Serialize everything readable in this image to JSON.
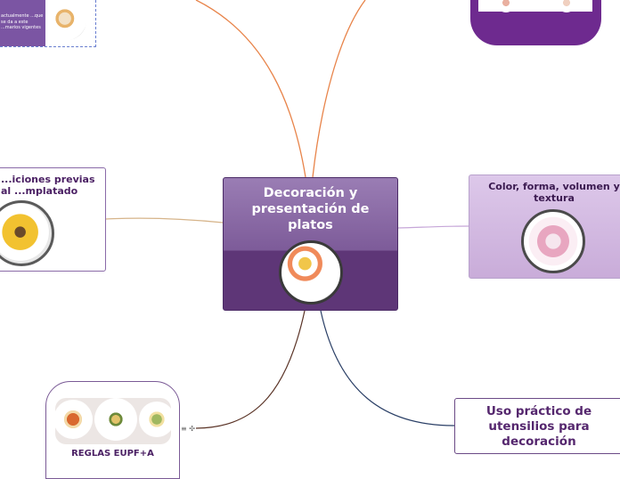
{
  "central": {
    "title": "Decoración y presentación de platos"
  },
  "nodes": {
    "top_left": {
      "text": "actualmente ...que se da a este ...marios vigentes"
    },
    "left": {
      "title": "...iciones previas al ...mplatado"
    },
    "right": {
      "title": "Color, forma, volumen y textura"
    },
    "bottom_right": {
      "title": "Uso práctico de utensilios para decoración"
    },
    "bottom_left": {
      "title": "REGLAS EUPF+A"
    }
  },
  "colors": {
    "accent": "#5e3677",
    "link_orange": "#e8844a",
    "link_tan": "#d6b48a",
    "link_lilac": "#c6a6d8",
    "link_brown": "#5a3326",
    "link_navy": "#2a3f66"
  },
  "icons": [
    "plate-image",
    "collapse-toggle-icon"
  ]
}
